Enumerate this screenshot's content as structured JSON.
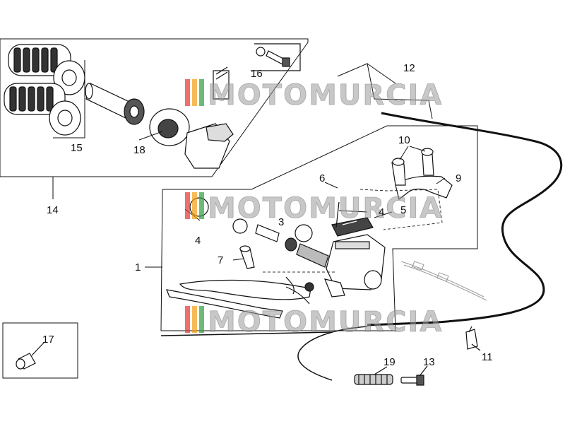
{
  "diagram": {
    "parts": [
      {
        "id": "p1",
        "label": "1"
      },
      {
        "id": "p3",
        "label": "3"
      },
      {
        "id": "p4a",
        "label": "4"
      },
      {
        "id": "p4b",
        "label": "4"
      },
      {
        "id": "p5",
        "label": "5"
      },
      {
        "id": "p6",
        "label": "6"
      },
      {
        "id": "p7",
        "label": "7"
      },
      {
        "id": "p9",
        "label": "9"
      },
      {
        "id": "p10",
        "label": "10"
      },
      {
        "id": "p11",
        "label": "11"
      },
      {
        "id": "p12",
        "label": "12"
      },
      {
        "id": "p13",
        "label": "13"
      },
      {
        "id": "p14",
        "label": "14"
      },
      {
        "id": "p15",
        "label": "15"
      },
      {
        "id": "p16",
        "label": "16"
      },
      {
        "id": "p17",
        "label": "17"
      },
      {
        "id": "p18",
        "label": "18"
      },
      {
        "id": "p19",
        "label": "19"
      }
    ]
  },
  "watermark": {
    "text": "MOTOMURCIA",
    "stripe_colors": [
      "#e3342f",
      "#f39c12",
      "#2e9e3f"
    ]
  },
  "colors": {
    "line": "#111111",
    "grey": "#555555",
    "watermark": "#9a9a9a"
  }
}
